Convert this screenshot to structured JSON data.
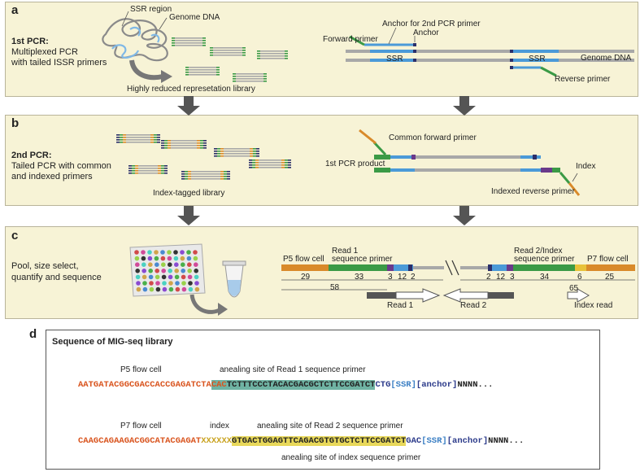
{
  "panels": {
    "a": {
      "label": "a",
      "step_title": "1st PCR:",
      "step_desc_1": "Multiplexed PCR",
      "step_desc_2": "with tailed ISSR primers",
      "ssr_region": "SSR region",
      "genome_dna": "Genome DNA",
      "library": "Highly reduced represetation library",
      "anchor_2nd": "Anchor for 2nd PCR primer",
      "anchor": "Anchor",
      "forward_primer": "Forward primer",
      "ssr_1": "SSR",
      "ssr_2": "SSR",
      "genome_dna_right": "Genome DNA",
      "reverse_primer": "Reverse primer"
    },
    "b": {
      "label": "b",
      "step_title": "2nd PCR:",
      "step_desc_1": "Tailed PCR with common",
      "step_desc_2": "and indexed primers",
      "index_library": "Index-tagged library",
      "common_forward": "Common forward primer",
      "first_product": "1st PCR product",
      "index": "Index",
      "indexed_reverse": "Indexed reverse primer"
    },
    "c": {
      "label": "c",
      "step_desc_1": "Pool, size select,",
      "step_desc_2": "quantify and sequence",
      "p5": "P5 flow cell",
      "read1_primer_1": "Read 1",
      "read1_primer_2": "sequence primer",
      "read2_primer_1": "Read 2/Index",
      "read2_primer_2": "sequence primer",
      "p7": "P7 flow cell",
      "n29": "29",
      "n33": "33",
      "n3a": "3",
      "n12a": "12",
      "n2a": "2",
      "n58": "58",
      "n2b": "2",
      "n12b": "12",
      "n3b": "3",
      "n34": "34",
      "n6": "6",
      "n25": "25",
      "n65": "65",
      "read1": "Read 1",
      "read2": "Read 2",
      "index_read": "Index read"
    },
    "d": {
      "label": "d",
      "title": "Sequence of MIG-seq library",
      "p5": "P5 flow cell",
      "anneal_read1": "anealing site of Read 1 sequence primer",
      "seq1_orange": "AATGATACGGCGACCACCGAGATCTA",
      "seq1_orange_hl": "CAC",
      "seq1_teal": "TCTTTCCCTACACGACGCTCTTCCGATCT",
      "seq1_ctg": "CTG",
      "seq1_ssr": "[SSR]",
      "seq1_anchor": "[anchor]",
      "seq1_tail": "NNNN...",
      "p7": "P7 flow cell",
      "index": "index",
      "anneal_read2": "anealing site of Read 2 sequence primer",
      "seq2_orange": "CAAGCAGAAGACGGCATACGAGAT",
      "seq2_index": "XXXXXX",
      "seq2_yellow": "GTGACTGGAGTTCAGACGTGTGCTCTTCCGATCT",
      "seq2_gac": "GAC",
      "seq2_ssr": "[SSR]",
      "seq2_anchor": "[anchor]",
      "seq2_tail": "NNNN...",
      "anneal_index": "anealing site of index sequence primer"
    }
  },
  "colors": {
    "panel_bg": "#f7f3d6",
    "ssr_blue": "#4b9ad8",
    "primer_green": "#3b9a46",
    "common_orange": "#d98a2a",
    "anchor_navy": "#2b2f6a",
    "dna_grey": "#a8a8a8",
    "arrow_grey": "#555555",
    "seq_orange": "#d9541e",
    "teal_highlight": "#6fb3a3",
    "yellow_highlight": "#e8d85a"
  }
}
